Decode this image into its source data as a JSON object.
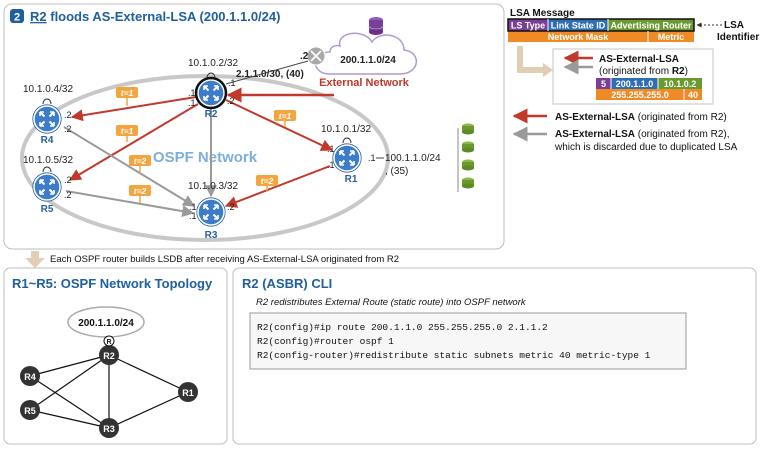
{
  "top_panel": {
    "step_number": "2",
    "title_r2": "R2",
    "title_rest": " floods AS-External-LSA (200.1.1.0/24)",
    "ospf_label": "OSPF Network",
    "external_network_label": "External Network",
    "external_prefix": "200.1.1.0/24",
    "external_link": "2.1.1.0/30, (40)",
    "external_link_if": ".2",
    "r1_stub_prefix": "100.1.1.0/24",
    "r1_stub_metric": ", (35)",
    "r1_stub_if": ".1",
    "routers": [
      {
        "name": "R1",
        "loopback": "10.1.0.1/32"
      },
      {
        "name": "R2",
        "loopback": "10.1.0.2/32"
      },
      {
        "name": "R3",
        "loopback": "10.1.0.3/32"
      },
      {
        "name": "R4",
        "loopback": "10.1.0.4/32"
      },
      {
        "name": "R5",
        "loopback": "10.1.0.5/32"
      }
    ],
    "r2_ifs": [
      ".1",
      ".1",
      ".1",
      ".2"
    ],
    "r1_ifs": [
      ".1",
      ".1"
    ],
    "r3_ifs": [
      ".1",
      ".1",
      ".2"
    ],
    "r4_ifs": [
      ".2",
      ".2"
    ],
    "r5_ifs": [
      ".2",
      ".2"
    ],
    "time_tags": [
      "t=1",
      "t=1",
      "t=1",
      "t=2",
      "t=2",
      "t=2"
    ]
  },
  "lsa_message": {
    "title": "LSA Message",
    "fields_row1": [
      "LS Type",
      "Link State ID",
      "Advertising Router"
    ],
    "fields_row2": [
      "Network Mask",
      "Metric"
    ],
    "identifier_label_1": "LSA",
    "identifier_label_2": "Identifier",
    "inset_label_1": "AS-External-LSA",
    "inset_label_2_prefix": "(originated from ",
    "inset_label_2_bold": "R2",
    "inset_label_2_suffix": ")",
    "values_row1": [
      "5",
      "200.1.1.0",
      "10.1.0.2"
    ],
    "values_row2": [
      "255.255.255.0",
      "40"
    ],
    "colors": {
      "ls_type": "#7b3f98",
      "link_state_id": "#2f6db5",
      "adv_router": "#6a9a2f",
      "mask_metric": "#f08a24",
      "red_arrow": "#c0392b",
      "gray_arrow": "#9a9a9a"
    }
  },
  "legend": [
    {
      "bold": "AS-External-LSA",
      "rest": " (originated from R2)",
      "color": "red"
    },
    {
      "bold": "AS-External-LSA",
      "rest": " (originated from R2),",
      "line2": "which is discarded due to duplicated LSA",
      "color": "gray"
    }
  ],
  "transition_text": "Each OSPF router builds LSDB after receiving AS-External-LSA originated from R2",
  "topology_panel": {
    "title": "R1~R5: OSPF Network Topology",
    "prefix": "200.1.1.0/24",
    "r_badge": "R",
    "nodes": [
      "R1",
      "R2",
      "R3",
      "R4",
      "R5"
    ]
  },
  "cli_panel": {
    "title": "R2 (ASBR) CLI",
    "subtitle": "R2 redistributes External Route (static route) into OSPF network",
    "lines": [
      "R2(config)#ip route 200.1.1.0 255.255.255.0 2.1.1.2",
      "R2(config)#router ospf 1",
      "R2(config-router)#redistribute static subnets metric 40 metric-type 1"
    ]
  }
}
